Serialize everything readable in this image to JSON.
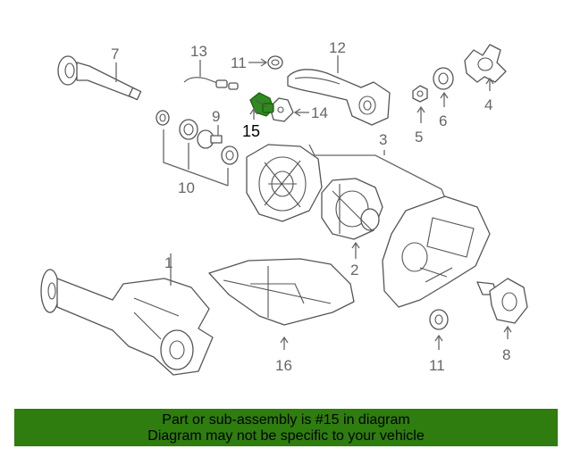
{
  "diagram": {
    "callouts": {
      "c1": "1",
      "c2": "2",
      "c3": "3",
      "c4": "4",
      "c5": "5",
      "c6": "6",
      "c7": "7",
      "c8": "8",
      "c9": "9",
      "c10": "10",
      "c11a": "11",
      "c11b": "11",
      "c12": "12",
      "c13": "13",
      "c14": "14",
      "c15": "15",
      "c16": "16"
    },
    "highlight_color": "#2e7d0e"
  },
  "banner": {
    "line1": "Part or sub-assembly is #15 in diagram",
    "line2": "Diagram may not be specific to your vehicle"
  }
}
